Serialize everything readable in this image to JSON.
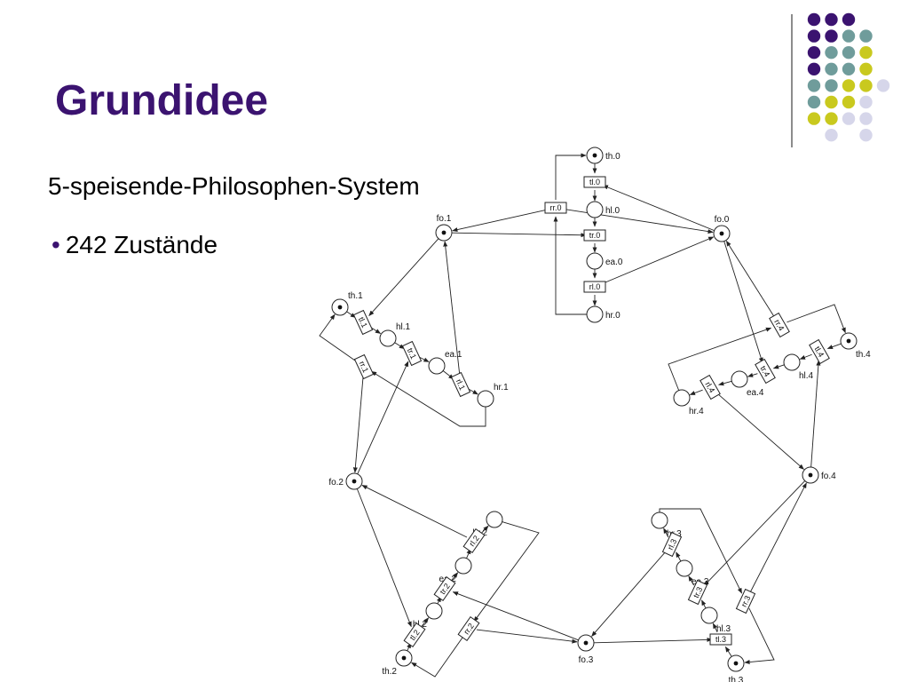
{
  "slide": {
    "title": "Grundidee",
    "subtitle": "5-speisende-Philosophen-System",
    "bullet": "242 Zustände"
  },
  "colors": {
    "title": "#3b1370",
    "dot_purple": "#3b1370",
    "dot_teal": "#6f9c9b",
    "dot_yellow": "#c9c91e",
    "dot_lavender": "#d6d6ea"
  },
  "deco_dots": [
    [
      "purple",
      "purple",
      "purple",
      null
    ],
    [
      "purple",
      "purple",
      "teal",
      "teal"
    ],
    [
      "purple",
      "teal",
      "teal",
      "yellow"
    ],
    [
      "purple",
      "teal",
      "teal",
      "yellow"
    ],
    [
      "teal",
      "teal",
      "yellow",
      "yellow",
      "lavender"
    ],
    [
      "teal",
      "yellow",
      "yellow",
      "lavender"
    ],
    [
      "yellow",
      "yellow",
      "lavender",
      "lavender"
    ],
    [
      null,
      "lavender",
      null,
      "lavender"
    ]
  ],
  "petri_net": {
    "places": [
      {
        "id": "th.0",
        "token": true
      },
      {
        "id": "hl.0",
        "token": false
      },
      {
        "id": "ea.0",
        "token": false
      },
      {
        "id": "hr.0",
        "token": false
      },
      {
        "id": "fo.0",
        "token": true
      },
      {
        "id": "th.1",
        "token": true
      },
      {
        "id": "hl.1",
        "token": false
      },
      {
        "id": "ea.1",
        "token": false
      },
      {
        "id": "hr.1",
        "token": false
      },
      {
        "id": "fo.1",
        "token": true
      },
      {
        "id": "th.2",
        "token": true
      },
      {
        "id": "hl.2",
        "token": false
      },
      {
        "id": "ea.2",
        "token": false
      },
      {
        "id": "hr.2",
        "token": false
      },
      {
        "id": "fo.2",
        "token": true
      },
      {
        "id": "th.3",
        "token": true
      },
      {
        "id": "hl.3",
        "token": false
      },
      {
        "id": "ea.3",
        "token": false
      },
      {
        "id": "hr.3",
        "token": false
      },
      {
        "id": "fo.3",
        "token": true
      },
      {
        "id": "th.4",
        "token": true
      },
      {
        "id": "hl.4",
        "token": false
      },
      {
        "id": "ea.4",
        "token": false
      },
      {
        "id": "hr.4",
        "token": false
      },
      {
        "id": "fo.4",
        "token": true
      }
    ],
    "transitions": [
      "tl.0",
      "tr.0",
      "rl.0",
      "rr.0",
      "tl.1",
      "tr.1",
      "rl.1",
      "rr.1",
      "tl.2",
      "tr.2",
      "rl.2",
      "rr.2",
      "tl.3",
      "tr.3",
      "rl.3",
      "rr.3",
      "tl.4",
      "tr.4",
      "rl.4",
      "rr.4"
    ]
  }
}
